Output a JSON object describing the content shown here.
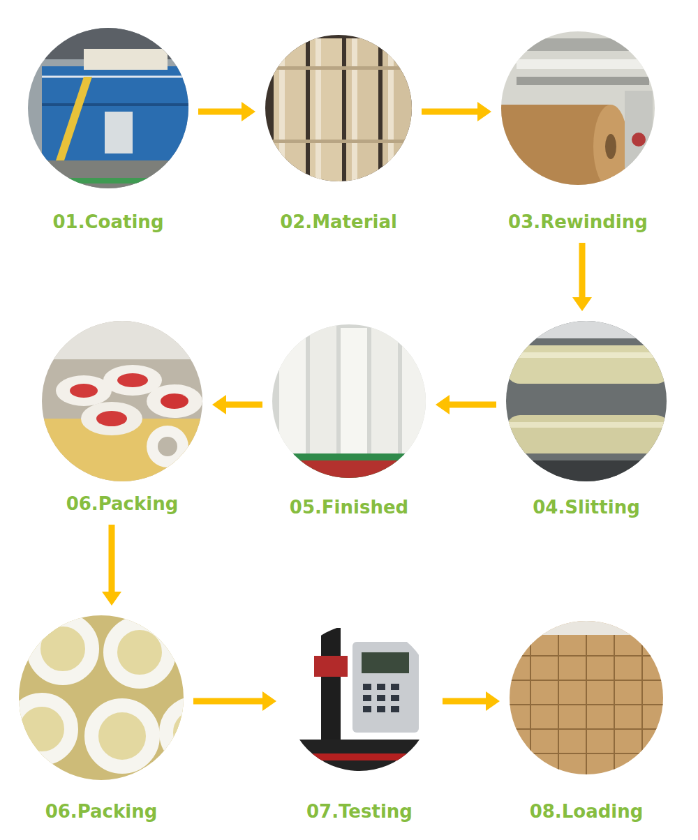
{
  "diagram": {
    "nodes": [
      {
        "text": [
          "01.Coating"
        ]
      },
      {
        "text": [
          "02.Material"
        ]
      },
      {
        "text": [
          "03.Rewinding"
        ]
      },
      {
        "text": [
          "04.Slitting"
        ]
      },
      {
        "text": [
          "05.Finished"
        ]
      },
      {
        "text": [
          "06.Packing"
        ]
      },
      {
        "text": [
          "06.Packing"
        ]
      },
      {
        "text": [
          "07.Testing"
        ]
      },
      {
        "text": [
          "08.Loading"
        ]
      }
    ],
    "edges": [
      {
        "from": 0,
        "to": 1,
        "arrow": "to"
      },
      {
        "from": 1,
        "to": 2,
        "arrow": "to"
      },
      {
        "from": 2,
        "to": 3,
        "arrow": "to"
      },
      {
        "from": 3,
        "to": 4,
        "arrow": "to"
      },
      {
        "from": 4,
        "to": 5,
        "arrow": "to"
      },
      {
        "from": 5,
        "to": 6,
        "arrow": "to"
      },
      {
        "from": 6,
        "to": 7,
        "arrow": "to"
      },
      {
        "from": 7,
        "to": 8,
        "arrow": "to"
      }
    ]
  }
}
